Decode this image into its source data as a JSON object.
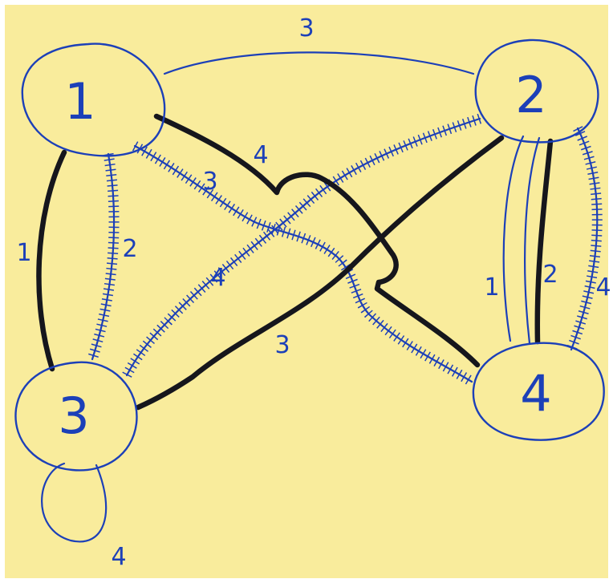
{
  "colors": {
    "paper": "#f9ec9c",
    "ink_blue": "#1f3fb8",
    "ink_black": "#14161f"
  },
  "nodes": [
    {
      "id": "node-1",
      "label": "1"
    },
    {
      "id": "node-2",
      "label": "2"
    },
    {
      "id": "node-3",
      "label": "3"
    },
    {
      "id": "node-4",
      "label": "4"
    }
  ],
  "edges": [
    {
      "id": "edge-1-2",
      "label": "3",
      "style": "thin"
    },
    {
      "id": "edge-1-3-thick",
      "label": "1",
      "style": "thick"
    },
    {
      "id": "edge-1-3-hatched",
      "label": "2",
      "style": "hatched"
    },
    {
      "id": "edge-1-4-hatched",
      "label": "3",
      "style": "hatched"
    },
    {
      "id": "edge-1-4-thick",
      "label": "4",
      "style": "thick"
    },
    {
      "id": "edge-2-3-hatched",
      "label": "4",
      "style": "hatched"
    },
    {
      "id": "edge-2-3-thick",
      "label": "3",
      "style": "thick"
    },
    {
      "id": "edge-2-4-thin",
      "label": "1",
      "style": "thin"
    },
    {
      "id": "edge-2-4-thick",
      "label": "2",
      "style": "thick"
    },
    {
      "id": "edge-2-4-hatched",
      "label": "4",
      "style": "hatched"
    },
    {
      "id": "edge-3-3-loop",
      "label": "4",
      "style": "thin"
    }
  ]
}
